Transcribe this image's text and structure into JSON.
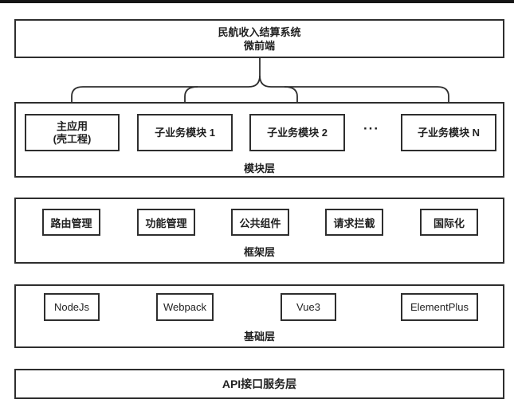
{
  "diagram": {
    "title_box": {
      "line1": "民航收入结算系统",
      "line2": "微前端"
    },
    "module_layer": {
      "label": "模块层",
      "ellipsis": "···",
      "boxes": [
        {
          "line1": "主应用",
          "line2": "(壳工程)"
        },
        {
          "line1": "子业务模块 1"
        },
        {
          "line1": "子业务模块 2"
        },
        {
          "line1": "子业务模块 N"
        }
      ]
    },
    "framework_layer": {
      "label": "框架层",
      "boxes": [
        "路由管理",
        "功能管理",
        "公共组件",
        "请求拦截",
        "国际化"
      ]
    },
    "base_layer": {
      "label": "基础层",
      "boxes": [
        "NodeJs",
        "Webpack",
        "Vue3",
        "ElementPlus"
      ]
    },
    "api_layer": {
      "label": "API接口服务层"
    },
    "colors": {
      "border": "#2e2e2e",
      "text": "#1f1f1f",
      "background": "#ffffff",
      "top_bar": "#161616"
    }
  }
}
